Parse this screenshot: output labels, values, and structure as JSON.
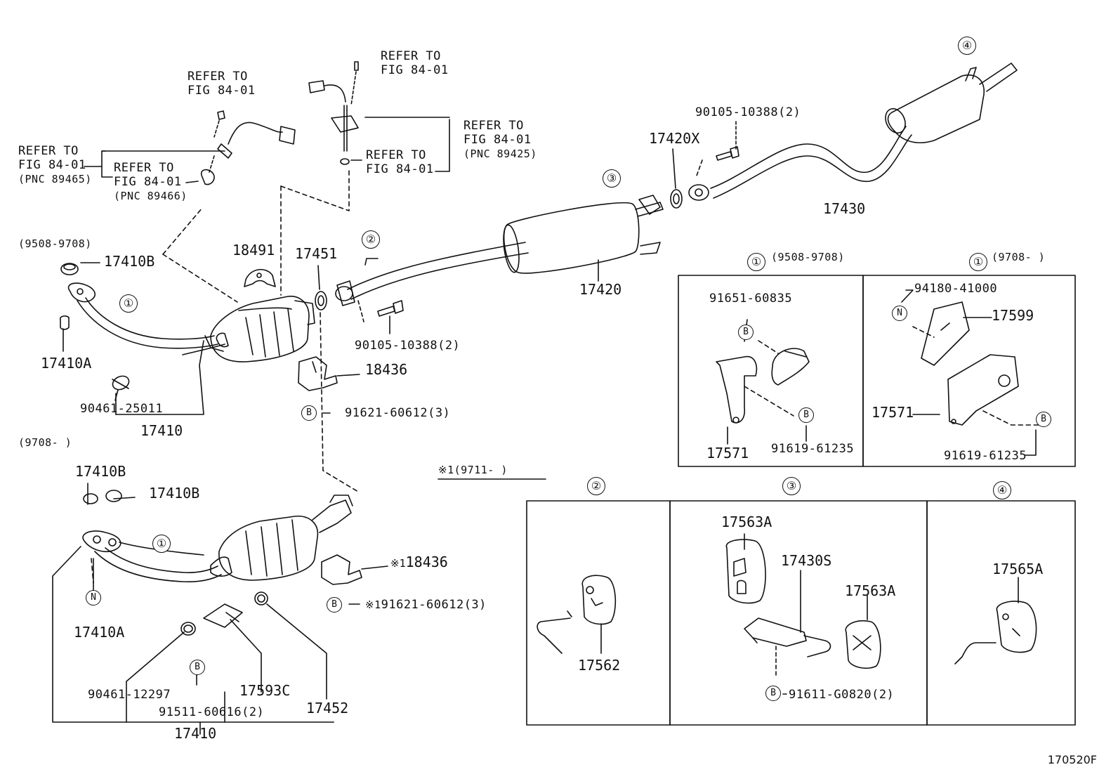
{
  "refs": {
    "r1": [
      "REFER TO",
      "FIG 84-01"
    ],
    "r2": [
      "REFER TO",
      "FIG 84-01"
    ],
    "r3": [
      "REFER TO",
      "FIG 84-01",
      "(PNC 89465)"
    ],
    "r4": [
      "REFER TO",
      "FIG 84-01",
      "(PNC 89466)"
    ],
    "r5": [
      "REFER TO",
      "FIG 84-01",
      "(PNC 89425)"
    ],
    "r6": [
      "REFER TO",
      "FIG 84-01"
    ]
  },
  "callouts": {
    "c1": "①",
    "c2": "②",
    "c3": "③",
    "c4": "④"
  },
  "dates": {
    "d1": "(9508-9708)",
    "d2": "(9708-      )",
    "d3": "(9508-9708)",
    "d4": "(9708-      )",
    "d5": "(9711-       )"
  },
  "star_note": "※1",
  "parts": {
    "p17410B_a": "17410B",
    "p17410A_a": "17410A",
    "p90461_25011": "90461-25011",
    "p17410_a": "17410",
    "p18491": "18491",
    "p17451": "17451",
    "p18436_a": "18436",
    "p91621_a": "91621-60612(3)",
    "p90105_a": "90105-10388(2)",
    "p17420": "17420",
    "p17420X": "17420X",
    "p90105_b": "90105-10388(2)",
    "p17430": "17430",
    "p17410B_b": "17410B",
    "p17410B_c": "17410B",
    "p17410A_b": "17410A",
    "p18436_b": "18436",
    "p91621_b": "91621-60612(3)",
    "p90461_12297": "90461-12297",
    "p91511": "91511-60616(2)",
    "p17593C": "17593C",
    "p17452": "17452",
    "p17410_b": "17410",
    "p91651": "91651-60835",
    "p17571_a": "17571",
    "p91619_a": "91619-61235",
    "p94180": "94180-41000",
    "p17599": "17599",
    "p17571_b": "17571",
    "p91619_b": "91619-61235",
    "p17562": "17562",
    "p17563A_a": "17563A",
    "p17430S": "17430S",
    "p17563A_b": "17563A",
    "p91611": "91611-G0820(2)",
    "p17565A": "17565A"
  },
  "badges": {
    "b": "B",
    "n": "N"
  },
  "figure_code": "170520F"
}
